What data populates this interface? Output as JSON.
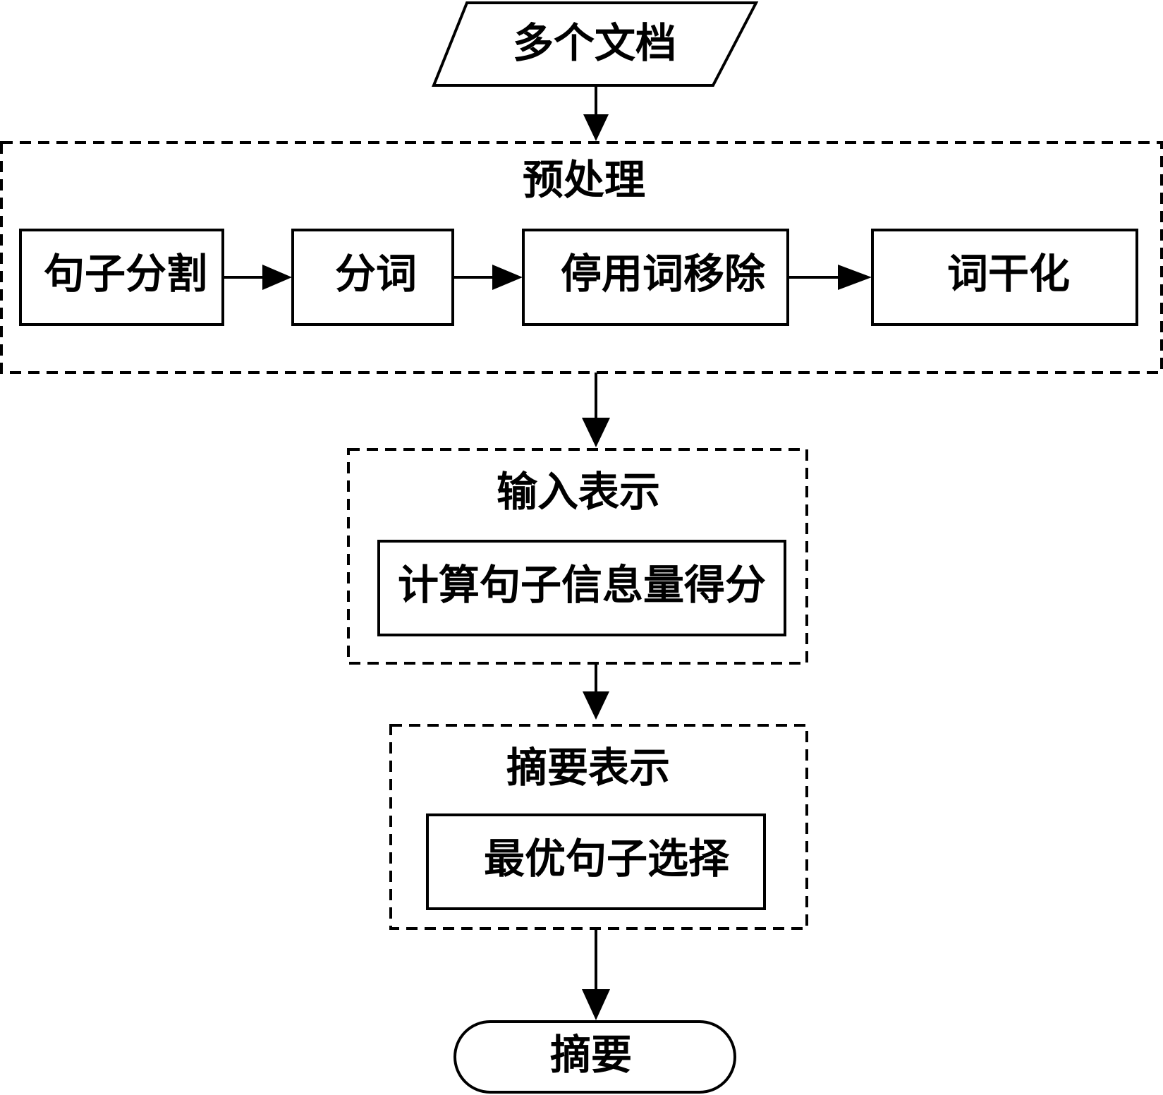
{
  "flowchart": {
    "input_node": {
      "label": "多个文档",
      "shape": "parallelogram"
    },
    "preprocessing": {
      "title": "预处理",
      "steps": [
        {
          "label": "句子分割"
        },
        {
          "label": "分词"
        },
        {
          "label": "停用词移除"
        },
        {
          "label": "词干化"
        }
      ]
    },
    "input_representation": {
      "title": "输入表示",
      "step": {
        "label": "计算句子信息量得分"
      }
    },
    "summary_representation": {
      "title": "摘要表示",
      "step": {
        "label": "最优句子选择"
      }
    },
    "output_node": {
      "label": "摘要",
      "shape": "rounded-terminal"
    }
  },
  "colors": {
    "stroke": "#000000",
    "background": "#ffffff"
  }
}
